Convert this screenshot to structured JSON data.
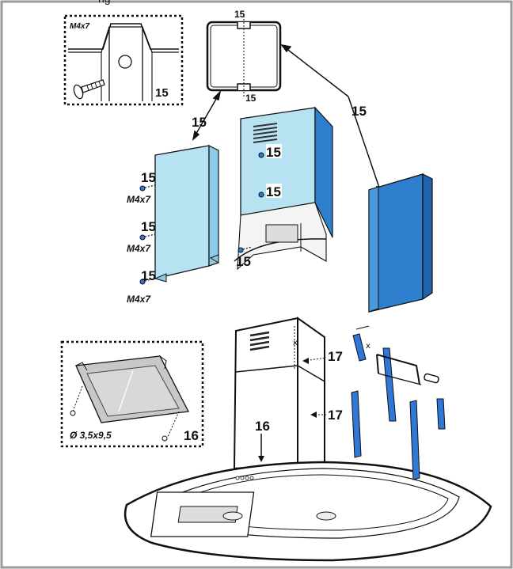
{
  "colors": {
    "panel": "#b7e2f2",
    "panel_dark": "#2f7fcf",
    "rail": "#2f78d8",
    "line": "#111111",
    "frame": "#999999",
    "filter_gray": "#c8c8c8"
  },
  "labels": {
    "top_word": "ng",
    "detail_screw": "M4x7",
    "detail_num": "15",
    "top_profile_a": "15",
    "top_profile_b": "15",
    "arrow_left": "15",
    "arrow_right": "15",
    "screw_left_1": "15",
    "screw_left_1_size": "M4x7",
    "screw_left_2": "15",
    "screw_left_2_size": "M4x7",
    "screw_left_3": "15",
    "screw_left_3_size": "M4x7",
    "screw_center_1": "15",
    "screw_center_2": "15",
    "screw_center_3": "15",
    "filter_size": "Ø 3,5x9,5",
    "filter_num": "16",
    "hood_num": "16",
    "rail_num_top": "17",
    "rail_num_bottom": "17",
    "dim_x_1": "x",
    "dim_x_2": "x"
  }
}
